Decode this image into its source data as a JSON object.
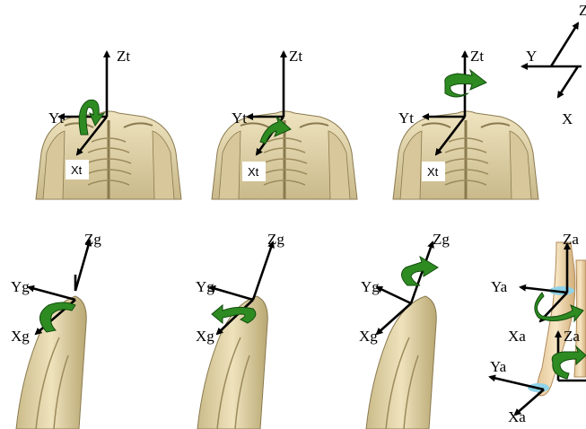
{
  "colors": {
    "rotation_arrow": "#2e8b22",
    "skin": "#d9cba0",
    "bone": "#e8dcb0",
    "shadow": "#8a7a4e",
    "joint": "#8fd3e8"
  },
  "icons": [
    "rotation-arrow-icon",
    "axis-arrow-icon"
  ],
  "top_row": {
    "panels": [
      {
        "z": "Zt",
        "y": "Yt",
        "x": "Xt"
      },
      {
        "z": "Zt",
        "y": "Yt",
        "x": "Xt"
      },
      {
        "z": "Zt",
        "y": "Yt",
        "x": "Xt"
      }
    ],
    "reference": {
      "z": "Z",
      "y": "Y",
      "x": "X"
    }
  },
  "bottom_row": {
    "panels": [
      {
        "z": "Zg",
        "y": "Yg",
        "x": "Xg"
      },
      {
        "z": "Zg",
        "y": "Yg",
        "x": "Xg"
      },
      {
        "z": "Zg",
        "y": "Yg",
        "x": "Xg"
      }
    ],
    "arm": {
      "upper": {
        "z": "Za",
        "y": "Ya",
        "x": "Xa"
      },
      "lower": {
        "z": "Za",
        "y": "Ya",
        "x": "Xa"
      }
    }
  }
}
